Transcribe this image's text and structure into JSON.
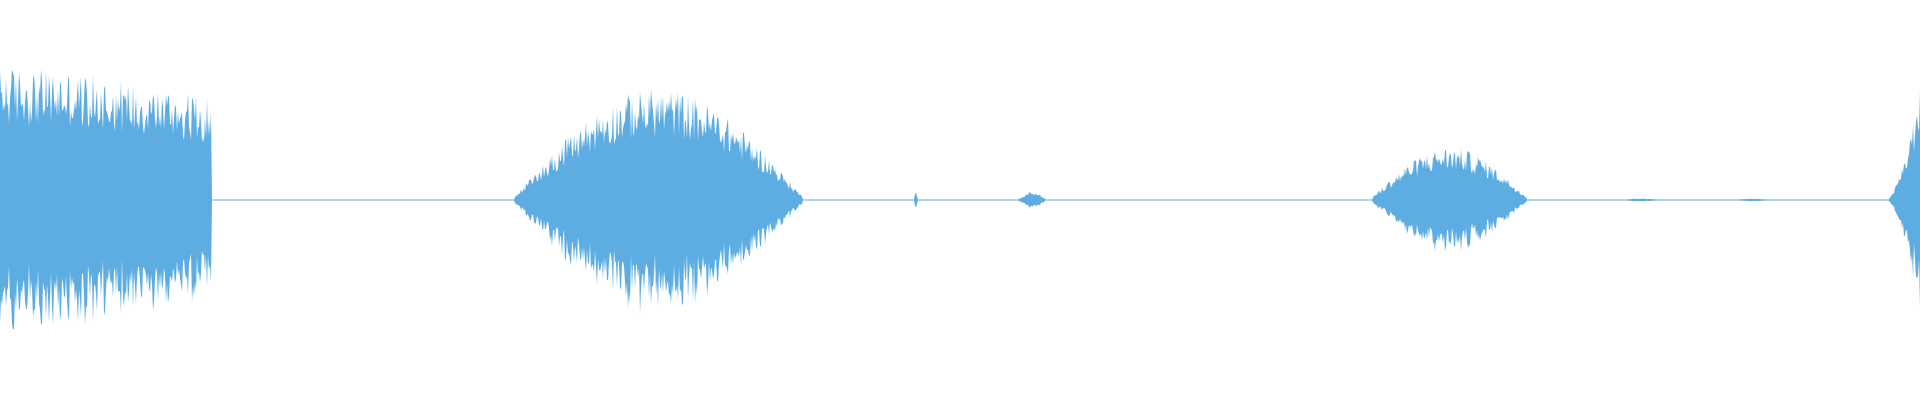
{
  "waveform": {
    "color": "#5dade2",
    "background": "#ffffff",
    "segments": [
      {
        "start": 0.0,
        "end": 0.11,
        "peak": 0.78,
        "floor": 0.06
      },
      {
        "start": 0.268,
        "end": 0.418,
        "peak": 0.66,
        "floor": 0.02
      },
      {
        "start": 0.476,
        "end": 0.478,
        "peak": 0.05,
        "floor": 0.0
      },
      {
        "start": 0.53,
        "end": 0.545,
        "peak": 0.05,
        "floor": 0.0
      },
      {
        "start": 0.715,
        "end": 0.795,
        "peak": 0.31,
        "floor": 0.02
      },
      {
        "start": 0.845,
        "end": 0.865,
        "peak": 0.01,
        "floor": 0.0
      },
      {
        "start": 0.9,
        "end": 0.925,
        "peak": 0.008,
        "floor": 0.0
      },
      {
        "start": 0.983,
        "end": 1.0,
        "peak": 0.66,
        "floor": 0.0
      }
    ]
  }
}
